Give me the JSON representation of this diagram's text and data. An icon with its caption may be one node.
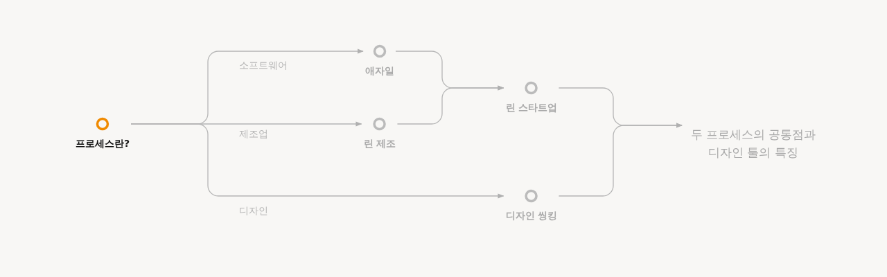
{
  "diagram": {
    "nodes": [
      {
        "text": [
          "프로세스란?"
        ]
      },
      {
        "text": [
          "애자일"
        ]
      },
      {
        "text": [
          "린 제조"
        ]
      },
      {
        "text": [
          "린 스타트업"
        ]
      },
      {
        "text": [
          "디자인 씽킹"
        ]
      },
      {
        "text": [
          "두 프로세스의 공통점과 디자인 툴의 특징"
        ]
      }
    ],
    "edges": [
      {
        "from": 0,
        "to": 1,
        "arrow": "to",
        "label": "소프트웨어"
      },
      {
        "from": 0,
        "to": 2,
        "arrow": "to",
        "label": "제조업"
      },
      {
        "from": 0,
        "to": 4,
        "arrow": "to",
        "label": "디자인"
      },
      {
        "from": 1,
        "to": 3,
        "arrow": "to"
      },
      {
        "from": 2,
        "to": 3,
        "arrow": "to"
      },
      {
        "from": 3,
        "to": 5,
        "arrow": "to"
      },
      {
        "from": 4,
        "to": 5,
        "arrow": "to"
      }
    ]
  }
}
